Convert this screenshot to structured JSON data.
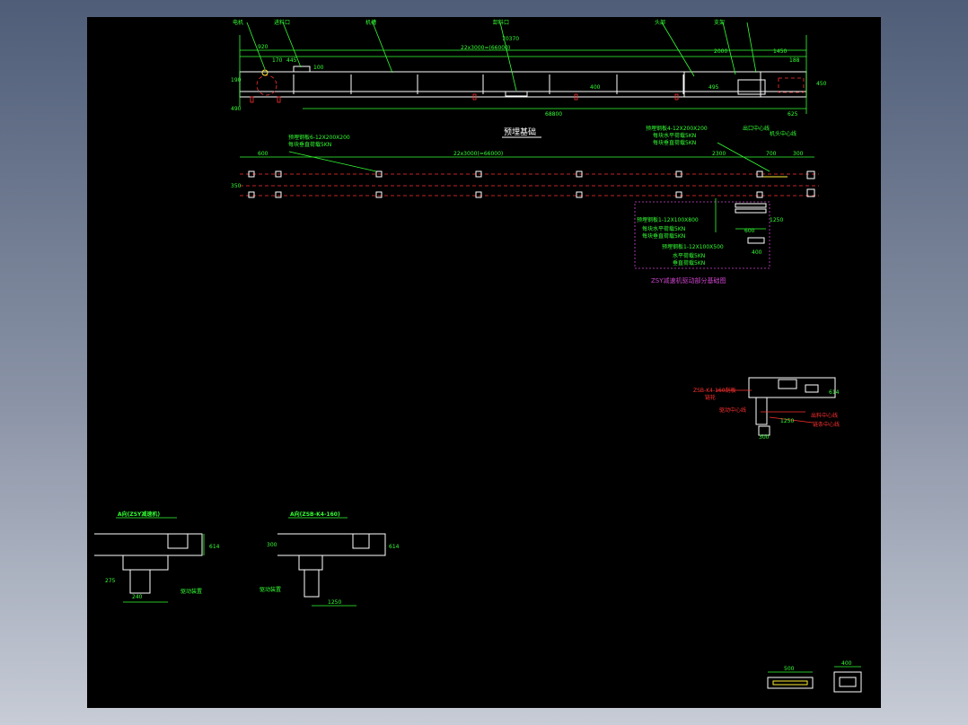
{
  "drawing": {
    "elevation": {
      "callouts": [
        "电机",
        "进料口",
        "机槽",
        "卸料口",
        "头部",
        "支架"
      ],
      "dims": {
        "d920": "920",
        "d170": "170",
        "d445": "445",
        "d100": "100",
        "span_overall": "70370",
        "span_sections": "22x3000=(66000)",
        "d2000": "2000",
        "d1450": "1450",
        "d188": "188",
        "d190": "190",
        "d490": "490",
        "d495": "495",
        "d400": "400",
        "d450": "450",
        "base_len": "68800",
        "d625": "625"
      }
    },
    "plan": {
      "title": "预埋基础",
      "note1": "预埋钢板6-12X200X200",
      "note1b": "每块垂直荷载5KN",
      "note2": "预埋钢板4-12X200X200",
      "note2b": "每块水平荷载5KN",
      "note2c": "每块垂直荷载5KN",
      "right_label": "出口中心线",
      "right_label2": "机头中心线",
      "d600": "600",
      "span": "22x3000(=66000)",
      "d2300": "2300",
      "d700": "700",
      "d300": "300",
      "d350": "350",
      "d1250": "1250"
    },
    "drive_box": {
      "note_a": "预埋钢板1-12X100X800",
      "note_a2": "每块水平荷载5KN",
      "note_a3": "每块垂直荷载5KN",
      "note_b": "预埋钢板1-12X100X500",
      "note_b2": "水平荷载5KN",
      "note_b3": "垂直荷载5KN",
      "d600": "600",
      "d400": "400",
      "caption": "ZSY减速机驱动部分基础图"
    },
    "side_detail": {
      "label1": "ZSB-K4-160刮板",
      "label2": "链轮",
      "label3": "驱动中心线",
      "label4": "出料中心线",
      "label5": "链条中心线",
      "d1250": "1250",
      "d300": "300",
      "d614": "614"
    },
    "view_a_left": {
      "title": "A向(ZSY减速机)",
      "label": "驱动装置",
      "d614": "614",
      "d240": "240",
      "d275": "275"
    },
    "view_a_right": {
      "title": "A向(ZSB-K4-160)",
      "label": "驱动装置",
      "d300": "300",
      "d1250": "1250",
      "d614": "614"
    },
    "section": {
      "d400": "400",
      "d500": "500"
    }
  }
}
